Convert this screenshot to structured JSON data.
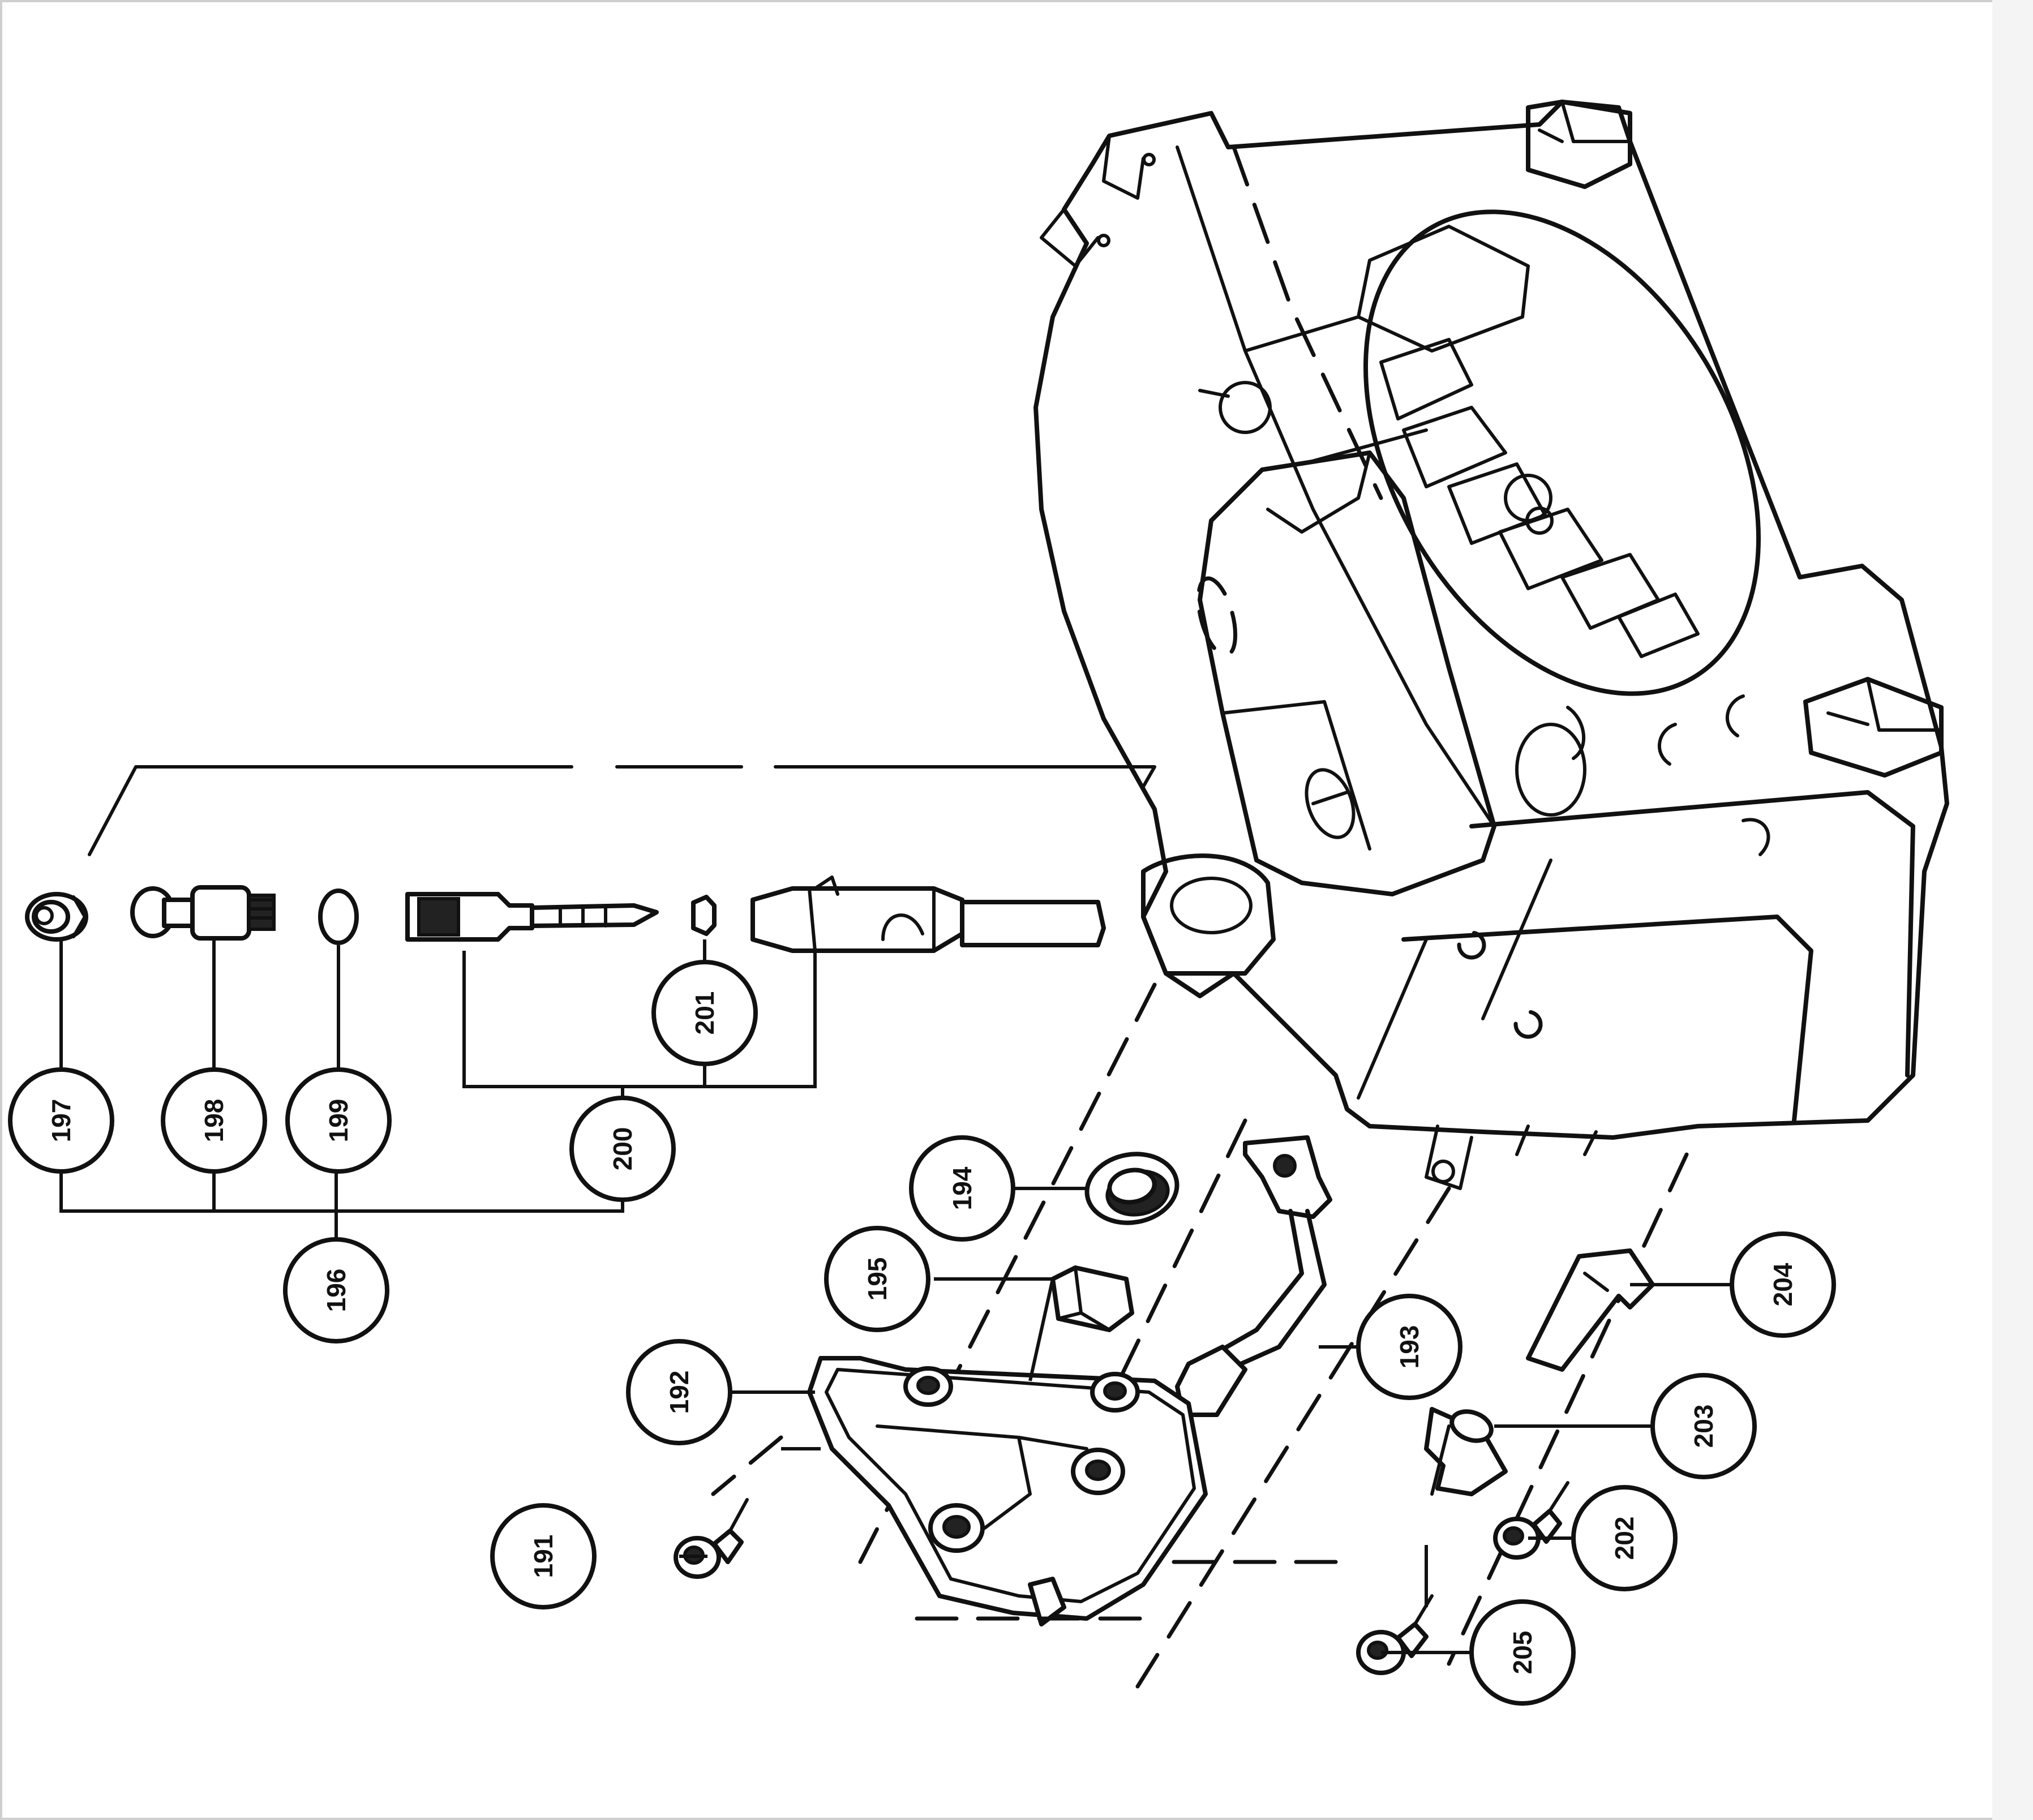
{
  "diagram": {
    "callouts": [
      {
        "id": "c191",
        "label": "191"
      },
      {
        "id": "c192",
        "label": "192"
      },
      {
        "id": "c193",
        "label": "193"
      },
      {
        "id": "c194",
        "label": "194"
      },
      {
        "id": "c195",
        "label": "195"
      },
      {
        "id": "c196",
        "label": "196"
      },
      {
        "id": "c197",
        "label": "197"
      },
      {
        "id": "c198",
        "label": "198"
      },
      {
        "id": "c199",
        "label": "199"
      },
      {
        "id": "c200",
        "label": "200"
      },
      {
        "id": "c201",
        "label": "201"
      },
      {
        "id": "c202",
        "label": "202"
      },
      {
        "id": "c203",
        "label": "203"
      },
      {
        "id": "c204",
        "label": "204"
      },
      {
        "id": "c205",
        "label": "205"
      }
    ]
  }
}
